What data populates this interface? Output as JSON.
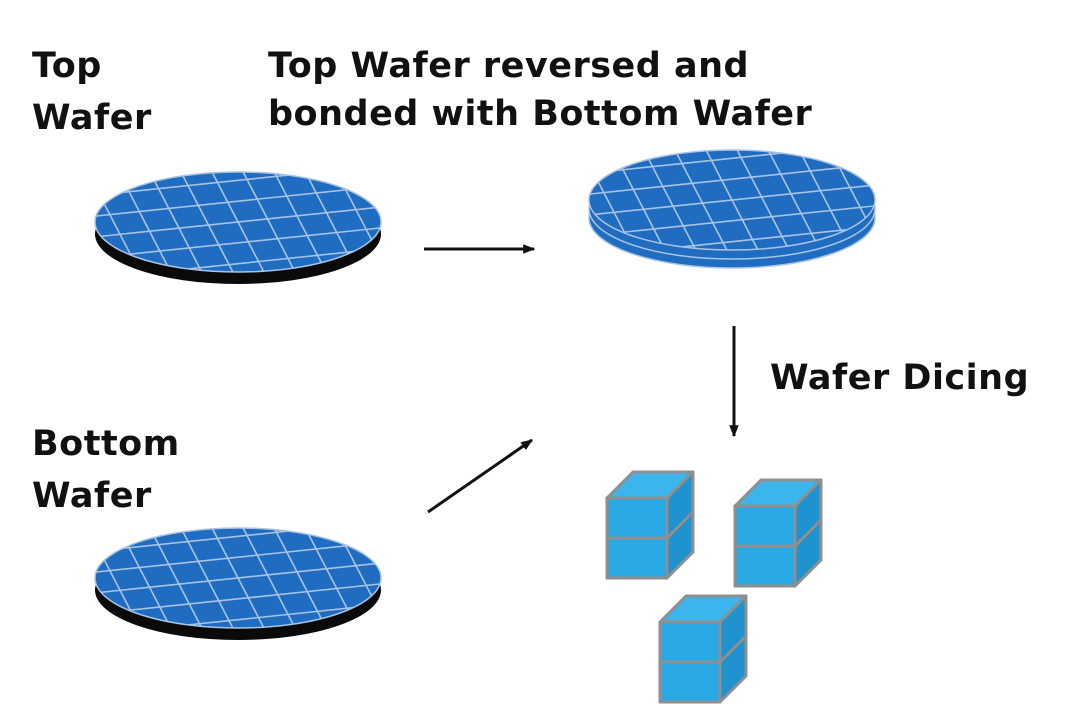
{
  "labels": {
    "top_wafer": "Top\nWafer",
    "bonded": "Top Wafer reversed and\nbonded with Bottom Wafer",
    "bottom_wafer": "Bottom\nWafer",
    "dicing": "Wafer Dicing"
  },
  "colors": {
    "wafer_top": "#1f6cc0",
    "wafer_edge": "#0a0a0a",
    "grid_line": "#a8c4e4",
    "die_front": "#29a9e4",
    "die_top": "#3bb6ec",
    "die_side": "#1e93cf",
    "die_edge": "#8f8f8f",
    "arrow": "#111111"
  }
}
